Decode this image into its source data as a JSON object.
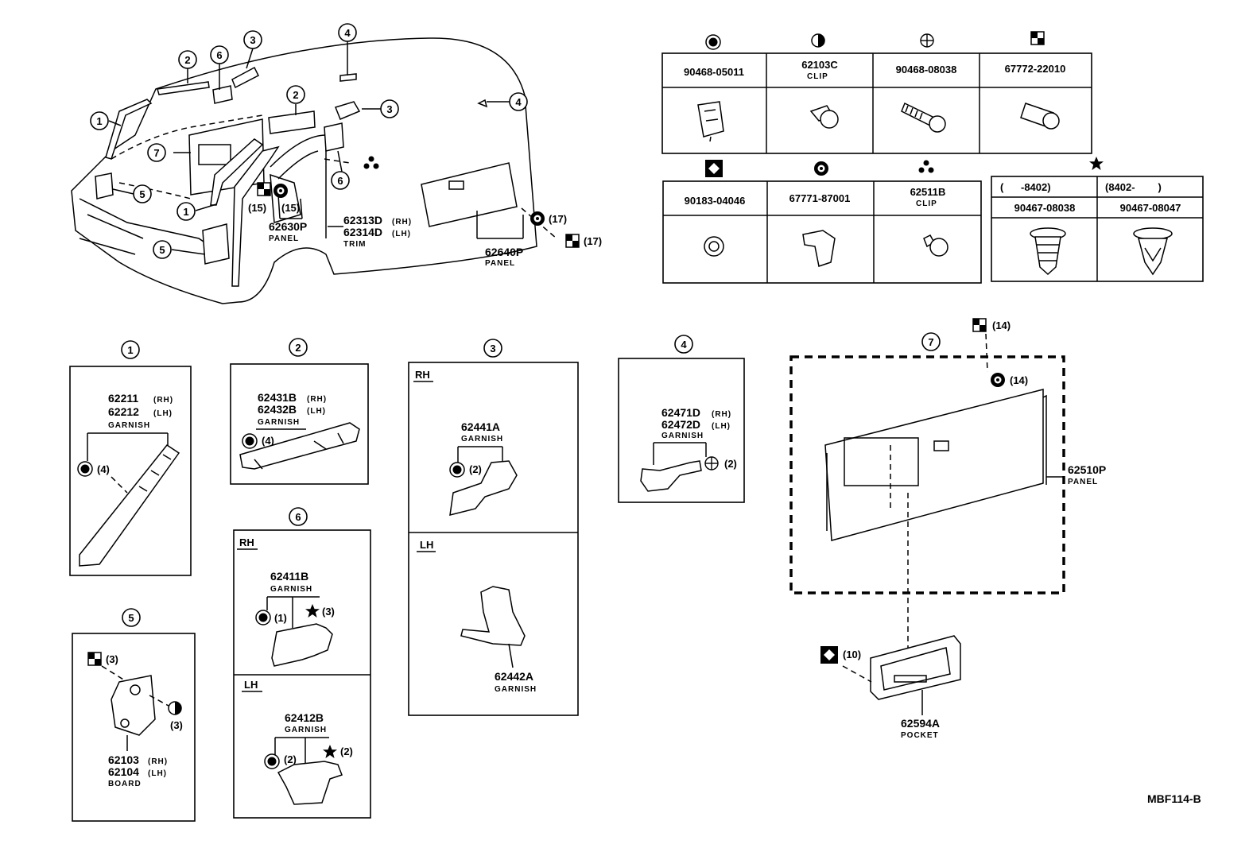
{
  "fastener_table": {
    "row1": [
      {
        "part_no": "90468-05011",
        "desc": "",
        "symbol": "filled-circle-icon"
      },
      {
        "part_no": "62103C",
        "desc": "CLIP",
        "symbol": "half-circle-icon"
      },
      {
        "part_no": "90468-08038",
        "desc": "",
        "symbol": "circle-plus-icon"
      },
      {
        "part_no": "67772-22010",
        "desc": "",
        "symbol": "checker-square-icon"
      }
    ],
    "row2": [
      {
        "part_no": "90183-04046",
        "desc": "",
        "symbol": "diamond-square-icon"
      },
      {
        "part_no": "67771-87001",
        "desc": "",
        "symbol": "ring-icon"
      },
      {
        "part_no": "62511B",
        "desc": "CLIP",
        "symbol": "three-dot-icon"
      }
    ],
    "star_group": {
      "symbol": "star-icon",
      "range_left": "(      -8402)",
      "range_right": "(8402-        )",
      "part_left": "90467-08038",
      "part_right": "90467-08047"
    }
  },
  "overview": {
    "callouts": [
      "1",
      "2",
      "3",
      "4",
      "5",
      "6",
      "7"
    ],
    "qty_15a": "(15)",
    "qty_15b": "(15)",
    "qty_17a": "(17)",
    "qty_17b": "(17)",
    "panel_a_no": "62630P",
    "panel_a_desc": "PANEL",
    "trim_rh": "62313D",
    "trim_rh_suffix": "(RH)",
    "trim_lh": "62314D",
    "trim_lh_suffix": "(LH)",
    "trim_desc": "TRIM",
    "panel_b_no": "62640P",
    "panel_b_desc": "PANEL"
  },
  "detail_1": {
    "callout": "1",
    "rh_no": "62211",
    "rh_suffix": "(RH)",
    "lh_no": "62212",
    "lh_suffix": "(LH)",
    "desc": "GARNISH",
    "qty": "(4)"
  },
  "detail_2": {
    "callout": "2",
    "rh_no": "62431B",
    "rh_suffix": "(RH)",
    "lh_no": "62432B",
    "lh_suffix": "(LH)",
    "desc": "GARNISH",
    "qty": "(4)"
  },
  "detail_3": {
    "callout": "3",
    "rh_label": "RH",
    "lh_label": "LH",
    "rh_no": "62441A",
    "rh_desc": "GARNISH",
    "rh_qty": "(2)",
    "lh_no": "62442A",
    "lh_desc": "GARNISH"
  },
  "detail_4": {
    "callout": "4",
    "rh_no": "62471D",
    "rh_suffix": "(RH)",
    "lh_no": "62472D",
    "lh_suffix": "(LH)",
    "desc": "GARNISH",
    "qty": "(2)"
  },
  "detail_5": {
    "callout": "5",
    "qty_a": "(3)",
    "qty_b": "(3)",
    "rh_no": "62103",
    "rh_suffix": "(RH)",
    "lh_no": "62104",
    "lh_suffix": "(LH)",
    "desc": "BOARD"
  },
  "detail_6": {
    "callout": "6",
    "rh_label": "RH",
    "lh_label": "LH",
    "rh_no": "62411B",
    "rh_desc": "GARNISH",
    "rh_qty_a": "(1)",
    "rh_qty_b": "(3)",
    "lh_no": "62412B",
    "lh_desc": "GARNISH",
    "lh_qty_a": "(2)",
    "lh_qty_b": "(2)"
  },
  "detail_7": {
    "callout": "7",
    "qty_top": "(14)",
    "qty_ring": "(14)",
    "panel_no": "62510P",
    "panel_desc": "PANEL",
    "qty_pocket": "(10)",
    "pocket_no": "62594A",
    "pocket_desc": "POCKET"
  },
  "figure_code": "MBF114-B"
}
